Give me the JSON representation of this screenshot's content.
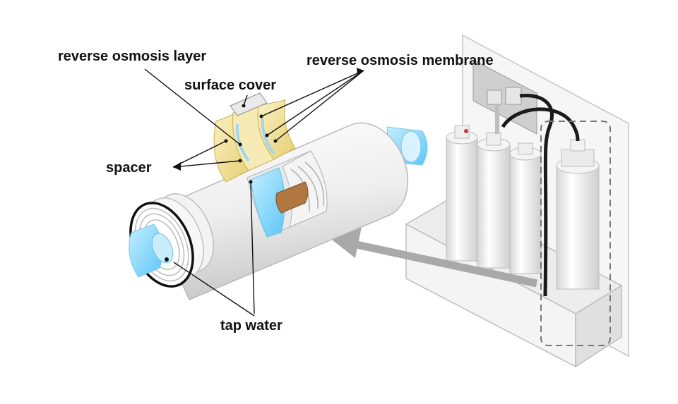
{
  "labels": {
    "ro_layer": "reverse osmosis layer",
    "ro_membrane": "reverse osmosis membrane",
    "surface_cover": "surface cover",
    "spacer": "spacer",
    "tap_water": "tap water"
  },
  "colors": {
    "water_blue": "#6fcfff",
    "membrane_yellow": "#f3e3a0",
    "core_brown": "#b07840",
    "leader_line": "#111111",
    "arrow_gray": "#a9a9a9"
  }
}
